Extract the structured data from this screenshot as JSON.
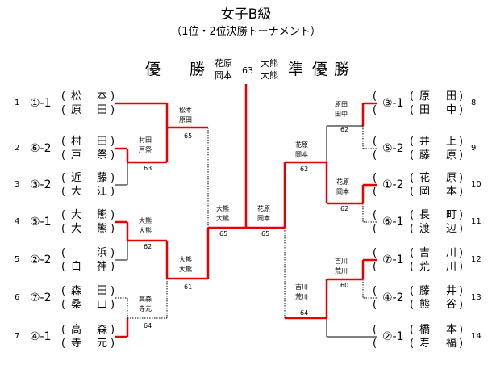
{
  "header": {
    "title": "女子B級",
    "subtitle": "（1位・2位決勝トーナメント）",
    "champion_label": [
      "優",
      "勝"
    ],
    "runner_up_label": [
      "準",
      "優",
      "勝"
    ],
    "final": {
      "left_names": [
        "花原",
        "岡本"
      ],
      "score": "63",
      "right_names": [
        "大熊",
        "大熊"
      ]
    }
  },
  "left_entries": [
    {
      "seed": "1",
      "result": "①-1",
      "p1": [
        "松",
        "本"
      ],
      "p2": [
        "原",
        "田"
      ]
    },
    {
      "seed": "2",
      "result": "⑥-2",
      "p1": [
        "村",
        "田"
      ],
      "p2": [
        "戸",
        "祭"
      ]
    },
    {
      "seed": "3",
      "result": "③-2",
      "p1": [
        "近",
        "藤"
      ],
      "p2": [
        "大",
        "江"
      ]
    },
    {
      "seed": "4",
      "result": "⑤-1",
      "p1": [
        "大",
        "熊"
      ],
      "p2": [
        "大",
        "熊"
      ]
    },
    {
      "seed": "5",
      "result": "②-2",
      "p1": [
        "",
        "浜"
      ],
      "p2": [
        "白",
        "神"
      ]
    },
    {
      "seed": "6",
      "result": "⑦-2",
      "p1": [
        "森",
        "田"
      ],
      "p2": [
        "桑",
        "山"
      ]
    },
    {
      "seed": "7",
      "result": "④-1",
      "p1": [
        "高",
        "森"
      ],
      "p2": [
        "寺",
        "元"
      ]
    }
  ],
  "right_entries": [
    {
      "seed": "8",
      "result": "③-1",
      "p1": [
        "原",
        "田"
      ],
      "p2": [
        "田",
        "中"
      ]
    },
    {
      "seed": "9",
      "result": "⑤-2",
      "p1": [
        "井",
        "上"
      ],
      "p2": [
        "藤",
        "原"
      ]
    },
    {
      "seed": "10",
      "result": "①-2",
      "p1": [
        "花",
        "原"
      ],
      "p2": [
        "岡",
        "本"
      ]
    },
    {
      "seed": "11",
      "result": "⑥-1",
      "p1": [
        "長",
        "町"
      ],
      "p2": [
        "渡",
        "辺"
      ]
    },
    {
      "seed": "12",
      "result": "⑦-1",
      "p1": [
        "吉",
        "川"
      ],
      "p2": [
        "荒",
        "川"
      ]
    },
    {
      "seed": "13",
      "result": "④-2",
      "p1": [
        "藤",
        "井"
      ],
      "p2": [
        "熊",
        "谷"
      ]
    },
    {
      "seed": "14",
      "result": "②-1",
      "p1": [
        "橋",
        "本"
      ],
      "p2": [
        "寿",
        "福"
      ]
    }
  ],
  "left_matches": [
    {
      "id": "L1",
      "names": [
        "松本",
        "原田"
      ],
      "score": "65"
    },
    {
      "id": "L2",
      "names": [
        "村田",
        "戸祭"
      ],
      "score": "63"
    },
    {
      "id": "L3",
      "names": [
        "大熊",
        "大熊"
      ],
      "score": "62"
    },
    {
      "id": "L4",
      "names": [
        "高森",
        "寺元"
      ],
      "score": "64"
    },
    {
      "id": "L5",
      "names": [
        "大熊",
        "大熊"
      ],
      "score": "61"
    },
    {
      "id": "L6",
      "names": [
        "大熊",
        "大熊"
      ],
      "score": "65"
    }
  ],
  "right_matches": [
    {
      "id": "R1",
      "names": [
        "原田",
        "田中"
      ],
      "score": "62"
    },
    {
      "id": "R2",
      "names": [
        "花原",
        "岡本"
      ],
      "score": "62"
    },
    {
      "id": "R3",
      "names": [
        "花原",
        "岡本"
      ],
      "score": "62"
    },
    {
      "id": "R4",
      "names": [
        "吉川",
        "荒川"
      ],
      "score": "60"
    },
    {
      "id": "R5",
      "names": [
        "吉川",
        "荒川"
      ],
      "score": "64"
    },
    {
      "id": "R6",
      "names": [
        "花原",
        "岡本"
      ],
      "score": "65"
    }
  ],
  "colors": {
    "win_line": "#e60000",
    "line": "#000000",
    "text": "#000000"
  }
}
